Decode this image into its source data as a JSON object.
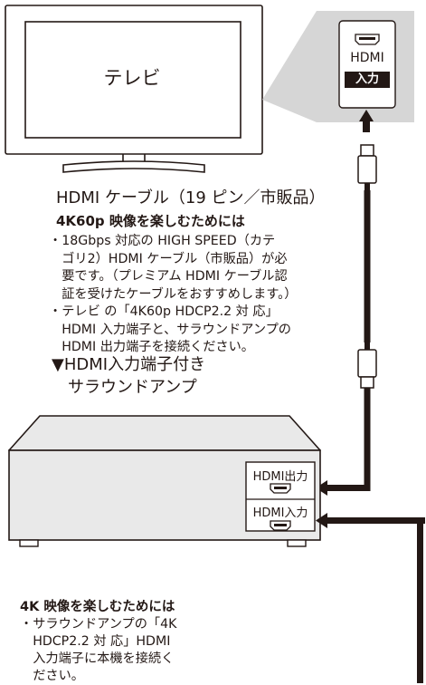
{
  "tv": {
    "label": "テレビ",
    "port_top": "HDMI",
    "port_bottom": "入力"
  },
  "cable": {
    "title": "HDMI ケーブル（19 ピン／市販品）",
    "heading": "4K60p 映像を楽しむためには",
    "notes": [
      "・18Gbps 対応の HIGH SPEED（カテ",
      "　ゴリ2）HDMI ケーブル（市販品）が必",
      "　要です。（プレミアム HDMI ケーブル認",
      "　証を受けたケーブルをおすすめします。）",
      "・テレビ の「4K60p HDCP2.2 対 応」",
      "　HDMI 入力端子と、サラウンドアンプの",
      "　HDMI 出力端子を接続ください。"
    ]
  },
  "amp": {
    "title_line1": "▼HDMI入力端子付き",
    "title_line2": "　サラウンドアンプ",
    "port_out": "HDMI出力",
    "port_in": "HDMI入力"
  },
  "bottom": {
    "heading": "4K 映像を楽しむためには",
    "notes": [
      "・サラウンドアンプの「4K",
      "　HDCP2.2 対 応」HDMI",
      "　入力端子に本機を接続く",
      "　ださい。"
    ]
  },
  "colors": {
    "line": "#231815",
    "panel_gray": "#d6d6d6",
    "amp_fill": "#e9e9e9",
    "white": "#ffffff"
  }
}
